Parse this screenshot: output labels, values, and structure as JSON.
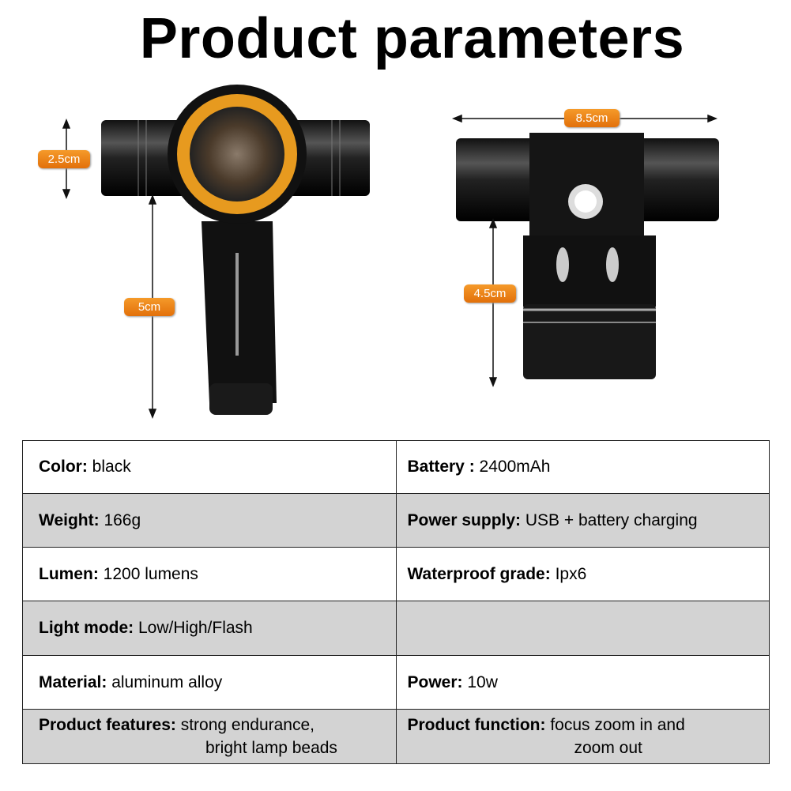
{
  "title": "Product parameters",
  "dims": {
    "height_small": "2.5cm",
    "height_mount": "5cm",
    "width": "8.5cm",
    "height_head": "4.5cm"
  },
  "colors": {
    "accent": "#f08a1c",
    "row_gray": "#d3d3d3"
  },
  "specs": [
    {
      "left_label": "Color:",
      "left_value": "black",
      "right_label": "Battery :",
      "right_value": "2400mAh"
    },
    {
      "left_label": "Weight:",
      "left_value": "166g",
      "right_label": "Power supply:",
      "right_value": "USB + battery charging"
    },
    {
      "left_label": "Lumen:",
      "left_value": "1200 lumens",
      "right_label": "Waterproof grade:",
      "right_value": "Ipx6"
    },
    {
      "left_label": "Light mode:",
      "left_value": "Low/High/Flash",
      "right_label": "",
      "right_value": ""
    },
    {
      "left_label": "Material:",
      "left_value": "aluminum alloy",
      "right_label": "Power:",
      "right_value": "10w"
    },
    {
      "left_label": "Product features:",
      "left_value": "strong endurance,",
      "left_value2": "bright lamp beads",
      "right_label": "Product function:",
      "right_value": "focus zoom in and",
      "right_value2": "zoom out"
    }
  ]
}
